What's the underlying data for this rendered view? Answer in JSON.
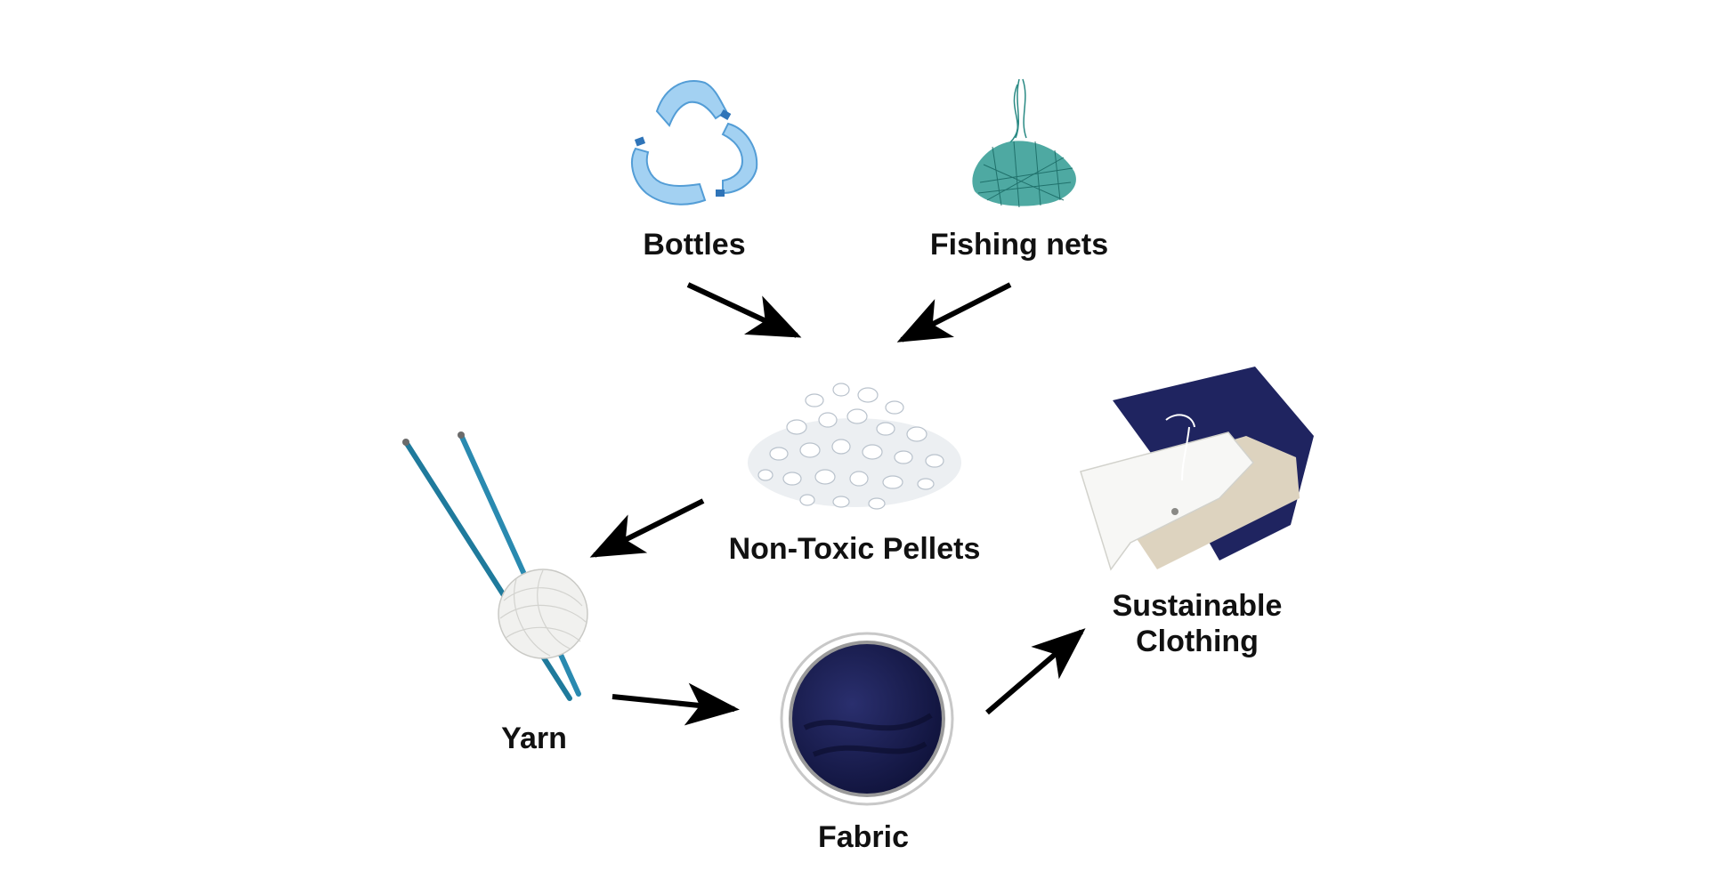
{
  "nodes": {
    "bottles": {
      "label": "Bottles",
      "icon": "recycled-bottles-icon"
    },
    "fishing_nets": {
      "label": "Fishing nets",
      "icon": "fishing-net-icon"
    },
    "pellets": {
      "label": "Non-Toxic Pellets",
      "icon": "pellets-icon"
    },
    "yarn": {
      "label": "Yarn",
      "icon": "yarn-ball-icon"
    },
    "fabric": {
      "label": "Fabric",
      "icon": "fabric-swatch-icon"
    },
    "clothing": {
      "label_line1": "Sustainable",
      "label_line2": "Clothing",
      "icon": "clothing-icon"
    }
  },
  "edges": [
    {
      "from": "Bottles",
      "to": "Non-Toxic Pellets"
    },
    {
      "from": "Fishing nets",
      "to": "Non-Toxic Pellets"
    },
    {
      "from": "Non-Toxic Pellets",
      "to": "Yarn"
    },
    {
      "from": "Yarn",
      "to": "Fabric"
    },
    {
      "from": "Fabric",
      "to": "Sustainable Clothing"
    }
  ],
  "colors": {
    "text": "#111111",
    "arrow": "#000000",
    "bottle_blue": "#5aa8e0",
    "net_teal": "#2a8a84",
    "fabric_navy": "#161a4a",
    "clothing_navy": "#1f2460",
    "clothing_khaki": "#ddd3bf"
  }
}
